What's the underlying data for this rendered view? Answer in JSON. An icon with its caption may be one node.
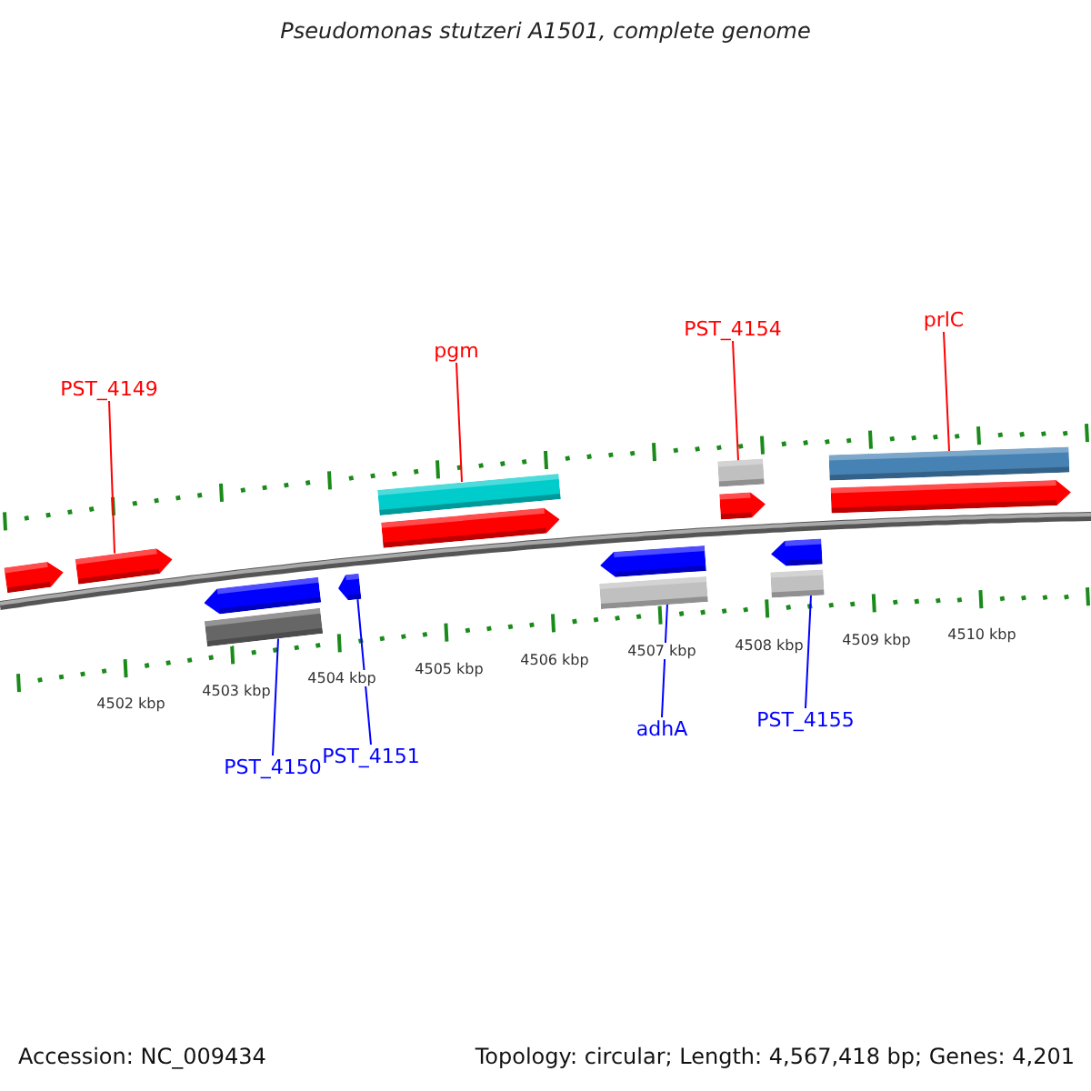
{
  "diagram": {
    "title": "Pseudomonas stutzeri A1501, complete genome",
    "nodes": [
      {
        "text": [
          "PST_4149"
        ]
      },
      {
        "text": [
          "pgm"
        ]
      },
      {
        "text": [
          "PST_4154"
        ]
      },
      {
        "text": [
          "prlC"
        ]
      },
      {
        "text": [
          "PST_4150"
        ]
      },
      {
        "text": [
          "PST_4151"
        ]
      },
      {
        "text": [
          "adhA"
        ]
      },
      {
        "text": [
          "PST_4155"
        ]
      },
      {
        "text": [],
        "shape": "arrow"
      },
      {
        "text": [],
        "shape": "arrow"
      },
      {
        "text": [],
        "shape": "arrow"
      },
      {
        "text": [],
        "shape": "bar"
      },
      {
        "text": [],
        "shape": "arrow"
      },
      {
        "text": [],
        "shape": "bar"
      },
      {
        "text": [],
        "shape": "arrow"
      },
      {
        "text": [],
        "shape": "arrow"
      },
      {
        "text": [],
        "shape": "bar"
      },
      {
        "text": [],
        "shape": "bar"
      },
      {
        "text": [],
        "shape": "arrow"
      },
      {
        "text": [],
        "shape": "arrow"
      },
      {
        "text": [],
        "shape": "bar"
      },
      {
        "text": [],
        "shape": "bar"
      },
      {
        "text": [],
        "shape": "arrow"
      }
    ],
    "edges": [
      {
        "from": 0,
        "to": 9,
        "arrow": "none",
        "color": "#ff0000"
      },
      {
        "from": 1,
        "to": 13,
        "arrow": "none",
        "color": "#ff0000"
      },
      {
        "from": 2,
        "to": 17,
        "arrow": "none",
        "color": "#ff0000"
      },
      {
        "from": 3,
        "to": 21,
        "arrow": "none",
        "color": "#ff0000"
      },
      {
        "from": 4,
        "to": 11,
        "arrow": "none",
        "color": "#0000ff"
      },
      {
        "from": 5,
        "to": 12,
        "arrow": "none",
        "color": "#0000ff"
      },
      {
        "from": 6,
        "to": 16,
        "arrow": "none",
        "color": "#0000ff"
      },
      {
        "from": 7,
        "to": 20,
        "arrow": "none",
        "color": "#0000ff"
      }
    ],
    "labels": [
      "4502 kbp",
      "4503 kbp",
      "4504 kbp",
      "4505 kbp",
      "4506 kbp",
      "4507 kbp",
      "4508 kbp",
      "4509 kbp",
      "4510 kbp",
      "Accession: NC_009434",
      "Topology: circular; Length: 4,567,418 bp; Genes: 4,201"
    ]
  }
}
